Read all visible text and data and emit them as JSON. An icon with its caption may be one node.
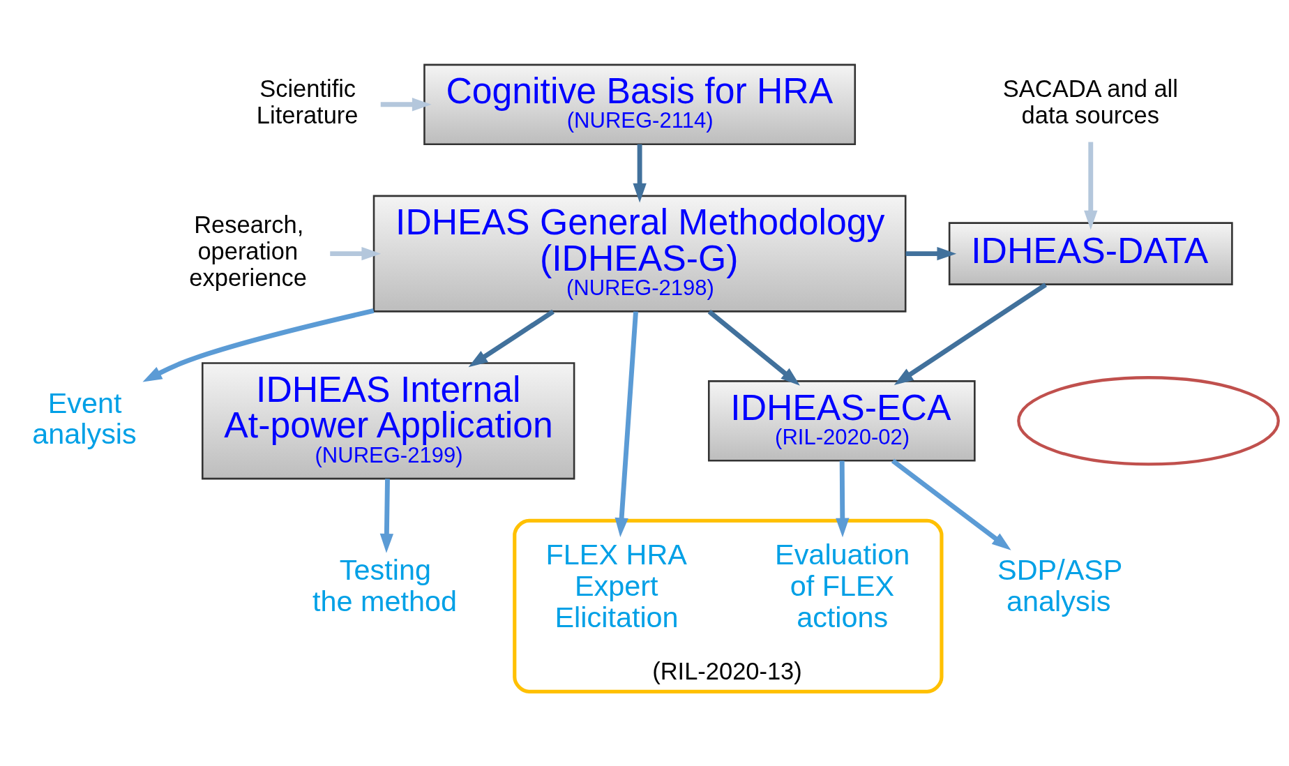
{
  "diagram": {
    "nodes": [
      {
        "text": [
          "Scientific Literature"
        ]
      },
      {
        "text": [
          "Cognitive Basis for HRA",
          "(NUREG-2114)"
        ]
      },
      {
        "text": [
          "Research, operation experience"
        ]
      },
      {
        "text": [
          "IDHEAS General Methodology (IDHEAS-G)",
          "(NUREG-2198)"
        ]
      },
      {
        "text": [
          "SACADA and all data sources"
        ]
      },
      {
        "text": [
          "IDHEAS-DATA"
        ]
      },
      {
        "text": [],
        "shape": "ellipse"
      },
      {
        "text": [
          "IDHEAS Internal At-power Application",
          "(NUREG-2199)"
        ]
      },
      {
        "text": [
          "IDHEAS-ECA",
          "(RIL-2020-02)"
        ]
      },
      {
        "text": [
          "Testing the method"
        ]
      },
      {
        "text": [
          "Event analysis"
        ]
      },
      {
        "text": [
          "(RIL-2020-13)"
        ]
      },
      {
        "text": [
          "FLEX HRA Expert Elicitation"
        ],
        "in": 11
      },
      {
        "text": [
          "Evaluation of FLEX actions"
        ],
        "in": 11
      },
      {
        "text": [
          "SDP/ASP analysis"
        ]
      }
    ],
    "edges": [
      {
        "from": 0,
        "to": 1,
        "arrow": "to",
        "color": "#b4c7dc"
      },
      {
        "from": 1,
        "to": 3,
        "arrow": "to"
      },
      {
        "from": 4,
        "to": 5,
        "arrow": "to",
        "color": "#b4c7dc"
      },
      {
        "from": 2,
        "to": 3,
        "arrow": "to",
        "color": "#b4c7dc"
      },
      {
        "from": 3,
        "to": 5,
        "arrow": "to"
      },
      {
        "from": 3,
        "to": 7,
        "arrow": "to"
      },
      {
        "from": 3,
        "to": 10,
        "arrow": "to",
        "color": "#5b9bd5"
      },
      {
        "from": 3,
        "to": 12,
        "arrow": "to",
        "color": "#5b9bd5"
      },
      {
        "from": 3,
        "to": 8,
        "arrow": "to"
      },
      {
        "from": 5,
        "to": 8,
        "arrow": "to"
      },
      {
        "from": 7,
        "to": 9,
        "arrow": "to",
        "color": "#5b9bd5"
      },
      {
        "from": 8,
        "to": 13,
        "arrow": "to",
        "color": "#5b9bd5"
      },
      {
        "from": 8,
        "to": 14,
        "arrow": "to",
        "color": "#5b9bd5"
      }
    ]
  }
}
